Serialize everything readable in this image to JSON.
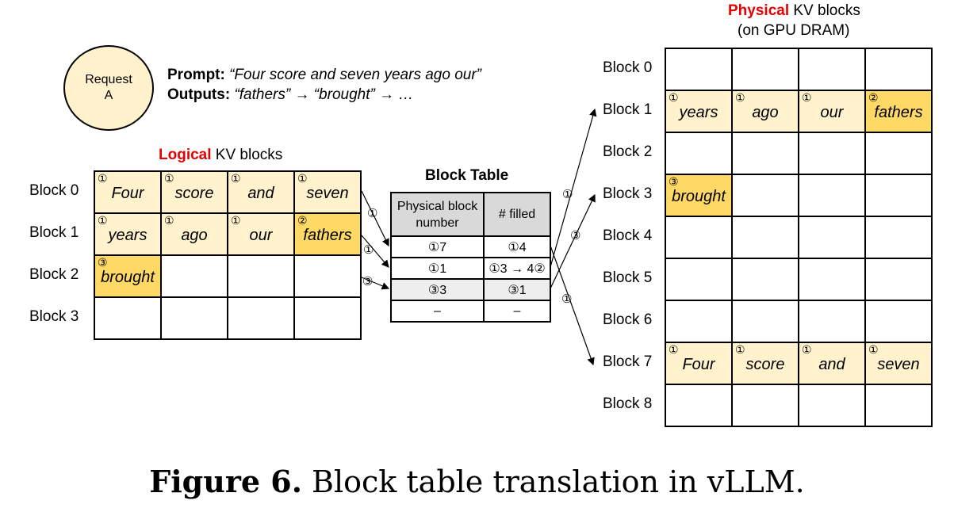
{
  "request": {
    "label_line1": "Request",
    "label_line2": "A"
  },
  "prompt": {
    "prompt_label": "Prompt:",
    "prompt_text": "“Four score and seven years ago our”",
    "outputs_label": "Outputs:",
    "outputs_text": "“fathers” → “brought” → …"
  },
  "logical": {
    "title_red": "Logical",
    "title_rest": " KV blocks",
    "row_labels": [
      "Block 0",
      "Block 1",
      "Block 2",
      "Block 3"
    ],
    "rows": [
      [
        {
          "n": "①",
          "t": "Four",
          "c": "light"
        },
        {
          "n": "①",
          "t": "score",
          "c": "light"
        },
        {
          "n": "①",
          "t": "and",
          "c": "light"
        },
        {
          "n": "①",
          "t": "seven",
          "c": "light"
        }
      ],
      [
        {
          "n": "①",
          "t": "years",
          "c": "light"
        },
        {
          "n": "①",
          "t": "ago",
          "c": "light"
        },
        {
          "n": "①",
          "t": "our",
          "c": "light"
        },
        {
          "n": "②",
          "t": "fathers",
          "c": "dark"
        }
      ],
      [
        {
          "n": "③",
          "t": "brought",
          "c": "dark"
        },
        {
          "n": "",
          "t": "",
          "c": ""
        },
        {
          "n": "",
          "t": "",
          "c": ""
        },
        {
          "n": "",
          "t": "",
          "c": ""
        }
      ],
      [
        {
          "n": "",
          "t": "",
          "c": ""
        },
        {
          "n": "",
          "t": "",
          "c": ""
        },
        {
          "n": "",
          "t": "",
          "c": ""
        },
        {
          "n": "",
          "t": "",
          "c": ""
        }
      ]
    ]
  },
  "block_table": {
    "title": "Block Table",
    "header_physical": "Physical block number",
    "header_filled": "# filled",
    "rows": [
      {
        "physical": "①7",
        "filled": "①4",
        "grey": false
      },
      {
        "physical": "①1",
        "filled": "①3 → 4②",
        "grey": false
      },
      {
        "physical": "③3",
        "filled": "③1",
        "grey": true
      },
      {
        "physical": "–",
        "filled": "–",
        "grey": false
      }
    ]
  },
  "physical": {
    "title_red": "Physical",
    "title_rest": " KV blocks",
    "subtitle": "(on GPU DRAM)",
    "row_labels": [
      "Block 0",
      "Block 1",
      "Block 2",
      "Block 3",
      "Block 4",
      "Block 5",
      "Block 6",
      "Block 7",
      "Block 8"
    ],
    "rows": [
      [
        {
          "n": "",
          "t": "",
          "c": ""
        },
        {
          "n": "",
          "t": "",
          "c": ""
        },
        {
          "n": "",
          "t": "",
          "c": ""
        },
        {
          "n": "",
          "t": "",
          "c": ""
        }
      ],
      [
        {
          "n": "①",
          "t": "years",
          "c": "light"
        },
        {
          "n": "①",
          "t": "ago",
          "c": "light"
        },
        {
          "n": "①",
          "t": "our",
          "c": "light"
        },
        {
          "n": "②",
          "t": "fathers",
          "c": "dark"
        }
      ],
      [
        {
          "n": "",
          "t": "",
          "c": ""
        },
        {
          "n": "",
          "t": "",
          "c": ""
        },
        {
          "n": "",
          "t": "",
          "c": ""
        },
        {
          "n": "",
          "t": "",
          "c": ""
        }
      ],
      [
        {
          "n": "③",
          "t": "brought",
          "c": "dark"
        },
        {
          "n": "",
          "t": "",
          "c": ""
        },
        {
          "n": "",
          "t": "",
          "c": ""
        },
        {
          "n": "",
          "t": "",
          "c": ""
        }
      ],
      [
        {
          "n": "",
          "t": "",
          "c": ""
        },
        {
          "n": "",
          "t": "",
          "c": ""
        },
        {
          "n": "",
          "t": "",
          "c": ""
        },
        {
          "n": "",
          "t": "",
          "c": ""
        }
      ],
      [
        {
          "n": "",
          "t": "",
          "c": ""
        },
        {
          "n": "",
          "t": "",
          "c": ""
        },
        {
          "n": "",
          "t": "",
          "c": ""
        },
        {
          "n": "",
          "t": "",
          "c": ""
        }
      ],
      [
        {
          "n": "",
          "t": "",
          "c": ""
        },
        {
          "n": "",
          "t": "",
          "c": ""
        },
        {
          "n": "",
          "t": "",
          "c": ""
        },
        {
          "n": "",
          "t": "",
          "c": ""
        }
      ],
      [
        {
          "n": "①",
          "t": "Four",
          "c": "light"
        },
        {
          "n": "①",
          "t": "score",
          "c": "light"
        },
        {
          "n": "①",
          "t": "and",
          "c": "light"
        },
        {
          "n": "①",
          "t": "seven",
          "c": "light"
        }
      ],
      [
        {
          "n": "",
          "t": "",
          "c": ""
        },
        {
          "n": "",
          "t": "",
          "c": ""
        },
        {
          "n": "",
          "t": "",
          "c": ""
        },
        {
          "n": "",
          "t": "",
          "c": ""
        }
      ]
    ]
  },
  "arrow_marks": {
    "one": "①",
    "three": "③"
  },
  "caption": {
    "bold": "Figure 6.",
    "rest": " Block table translation in vLLM."
  },
  "colors": {
    "light_fill": "#fff2cc",
    "dark_fill": "#ffd966",
    "red": "#e60000",
    "header_grey": "#d9d9d9"
  }
}
